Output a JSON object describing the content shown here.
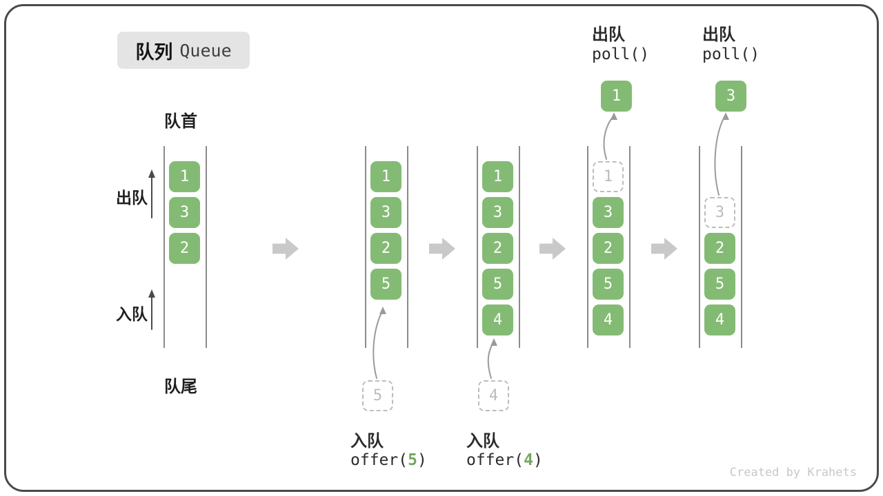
{
  "badge": {
    "zh": "队列",
    "en": "Queue"
  },
  "side_labels": {
    "front": "队首",
    "rear": "队尾",
    "dequeue": "出队",
    "enqueue": "入队"
  },
  "states": {
    "s1": {
      "items": [
        "1",
        "3",
        "2"
      ]
    },
    "s2": {
      "items": [
        "1",
        "3",
        "2",
        "5"
      ],
      "incoming_value": "5",
      "caption": {
        "action": "入队",
        "fn_open": "offer(",
        "arg": "5",
        "fn_close": ")"
      }
    },
    "s3": {
      "items": [
        "1",
        "3",
        "2",
        "5",
        "4"
      ],
      "incoming_value": "4",
      "caption": {
        "action": "入队",
        "fn_open": "offer(",
        "arg": "4",
        "fn_close": ")"
      }
    },
    "s4": {
      "removed_value": "1",
      "items": [
        "3",
        "2",
        "5",
        "4"
      ],
      "caption": {
        "action": "出队",
        "code": "poll()"
      },
      "result_value": "1"
    },
    "s5": {
      "removed_value": "3",
      "items": [
        "2",
        "5",
        "4"
      ],
      "caption": {
        "action": "出队",
        "code": "poll()"
      },
      "result_value": "3"
    }
  },
  "watermark": "Created by Krahets",
  "colors": {
    "box_green": "#84bb74",
    "box_text": "#ffffff",
    "dashed_gray": "#bcbcbc",
    "flow_arrow_gray": "#c9c9c9",
    "rail_gray": "#8a8a8a",
    "text_dark": "#2b2b2b",
    "code_arg_green": "#74a85e",
    "badge_bg": "#e4e4e4",
    "watermark_gray": "#c8c8c8"
  }
}
